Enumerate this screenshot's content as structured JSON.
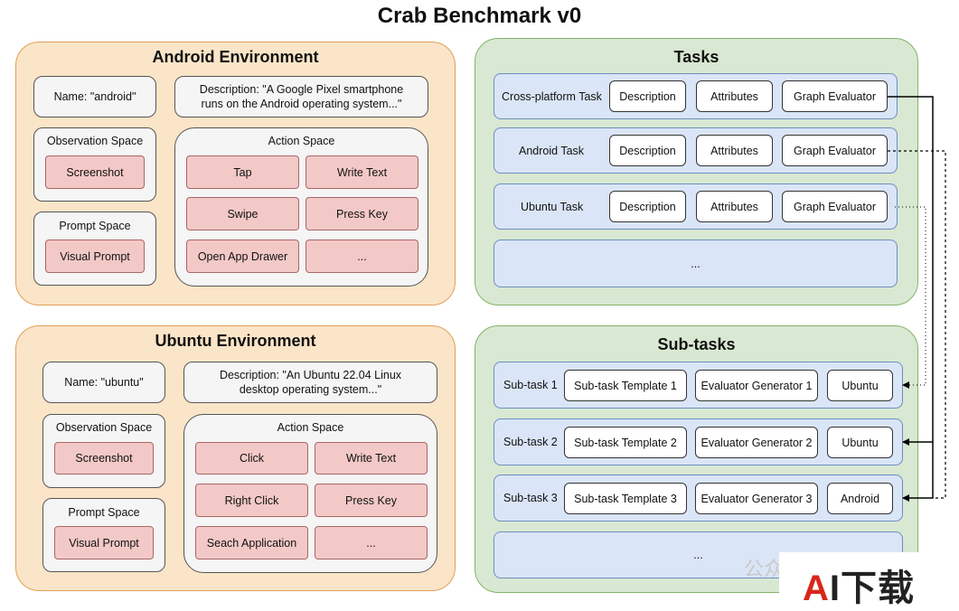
{
  "title": "Crab Benchmark v0",
  "android_env": {
    "title": "Android Environment",
    "name": "Name: \"android\"",
    "description": "Description: \"A Google Pixel smartphone runs on the Android operating system...\"",
    "observation_space": {
      "label": "Observation Space",
      "items": [
        "Screenshot"
      ]
    },
    "prompt_space": {
      "label": "Prompt Space",
      "items": [
        "Visual Prompt"
      ]
    },
    "action_space": {
      "label": "Action Space",
      "items": [
        "Tap",
        "Write Text",
        "Swipe",
        "Press Key",
        "Open App Drawer",
        "..."
      ]
    }
  },
  "ubuntu_env": {
    "title": "Ubuntu Environment",
    "name": "Name: \"ubuntu\"",
    "description": "Description: \"An Ubuntu 22.04 Linux desktop operating system...\"",
    "observation_space": {
      "label": "Observation Space",
      "items": [
        "Screenshot"
      ]
    },
    "prompt_space": {
      "label": "Prompt Space",
      "items": [
        "Visual Prompt"
      ]
    },
    "action_space": {
      "label": "Action Space",
      "items": [
        "Click",
        "Write Text",
        "Right Click",
        "Press Key",
        "Seach Application",
        "..."
      ]
    }
  },
  "tasks": {
    "title": "Tasks",
    "rows": [
      {
        "label": "Cross-platform Task",
        "cells": [
          "Description",
          "Attributes",
          "Graph Evaluator"
        ]
      },
      {
        "label": "Android Task",
        "cells": [
          "Description",
          "Attributes",
          "Graph Evaluator"
        ]
      },
      {
        "label": "Ubuntu Task",
        "cells": [
          "Description",
          "Attributes",
          "Graph Evaluator"
        ]
      }
    ],
    "more": "..."
  },
  "subtasks": {
    "title": "Sub-tasks",
    "rows": [
      {
        "label": "Sub-task 1",
        "template": "Sub-task Template 1",
        "generator": "Evaluator Generator 1",
        "env": "Ubuntu"
      },
      {
        "label": "Sub-task 2",
        "template": "Sub-task Template 2",
        "generator": "Evaluator Generator 2",
        "env": "Ubuntu"
      },
      {
        "label": "Sub-task 3",
        "template": "Sub-task Template 3",
        "generator": "Evaluator Generator 3",
        "env": "Android"
      }
    ],
    "more": "..."
  },
  "watermark": {
    "text": "AI下载",
    "prefix": "公众"
  }
}
